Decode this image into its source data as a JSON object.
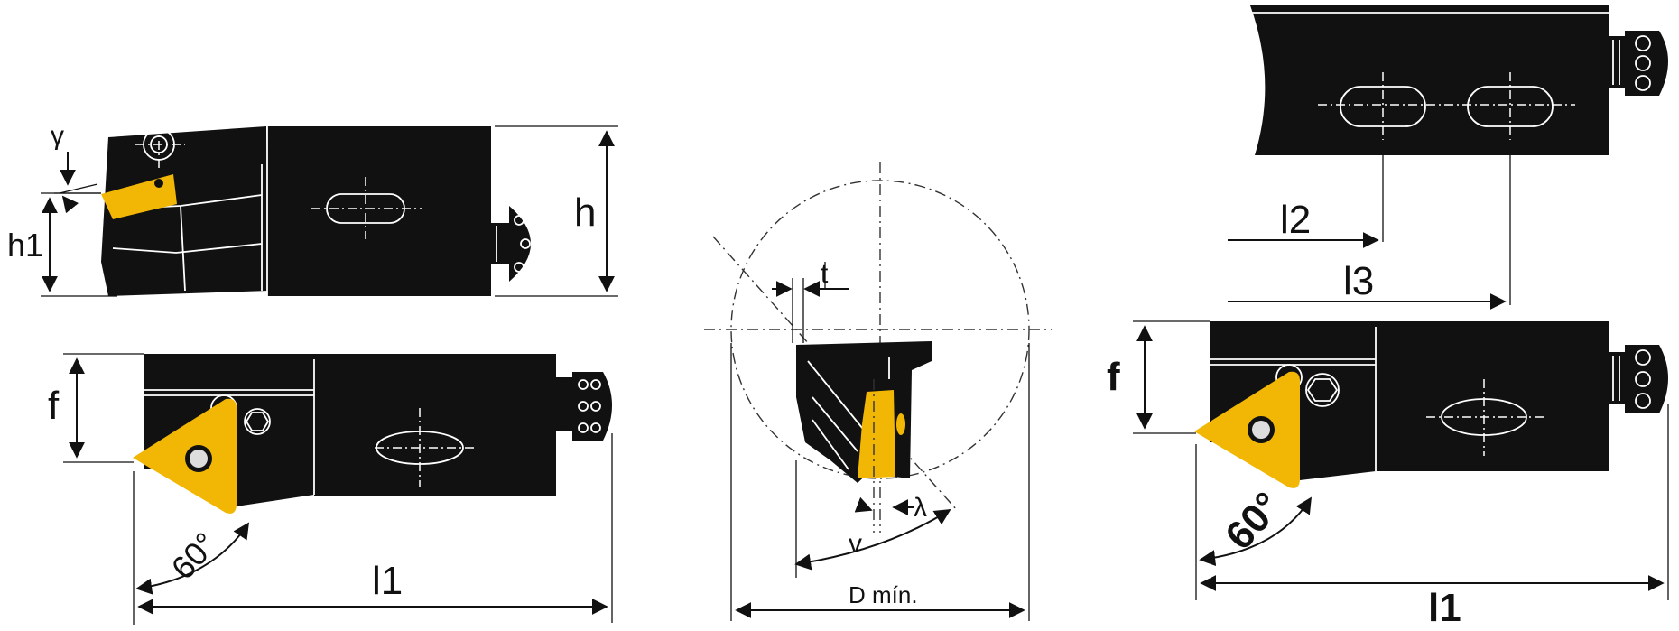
{
  "labels": {
    "gamma": "γ",
    "h1": "h1",
    "h": "h",
    "f_left": "f",
    "angle_left": "60°",
    "l1_left": "l1",
    "t": "t",
    "v": "v",
    "lambda": "λ",
    "d_min": "D mín.",
    "l2": "l2",
    "l3": "l3",
    "f_right": "f",
    "angle_right": "60°",
    "l1_right": "l1"
  },
  "colors": {
    "body": "#111111",
    "insert": "#f2b705",
    "lines": "#111111",
    "background": "#ffffff"
  }
}
